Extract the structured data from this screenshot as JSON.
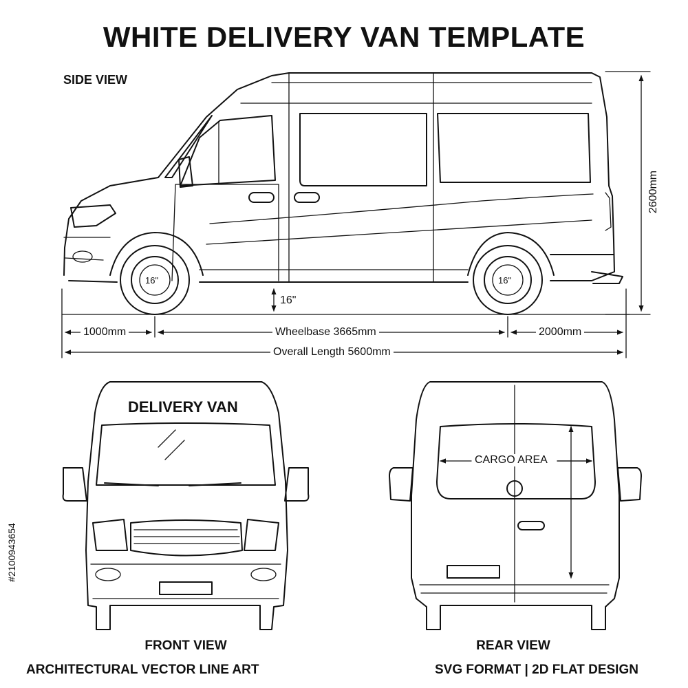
{
  "title": "WHITE DELIVERY VAN TEMPLATE",
  "side_view": {
    "label": "SIDE VIEW",
    "wheel_front": "16\"",
    "wheel_rear": "16\"",
    "ground_clearance": "16\"",
    "height": "2600mm",
    "front_overhang": "1000mm",
    "wheelbase": "Wheelbase 3665mm",
    "rear_overhang": "2000mm",
    "overall_length": "Overall Length 5600mm"
  },
  "front_view": {
    "label": "FRONT VIEW",
    "header_text": "DELIVERY VAN"
  },
  "rear_view": {
    "label": "REAR VIEW",
    "cargo_label": "CARGO AREA"
  },
  "footer": {
    "left": "ARCHITECTURAL VECTOR LINE ART",
    "right": "SVG FORMAT | 2D FLAT DESIGN"
  },
  "stock_id": "#2100943654"
}
